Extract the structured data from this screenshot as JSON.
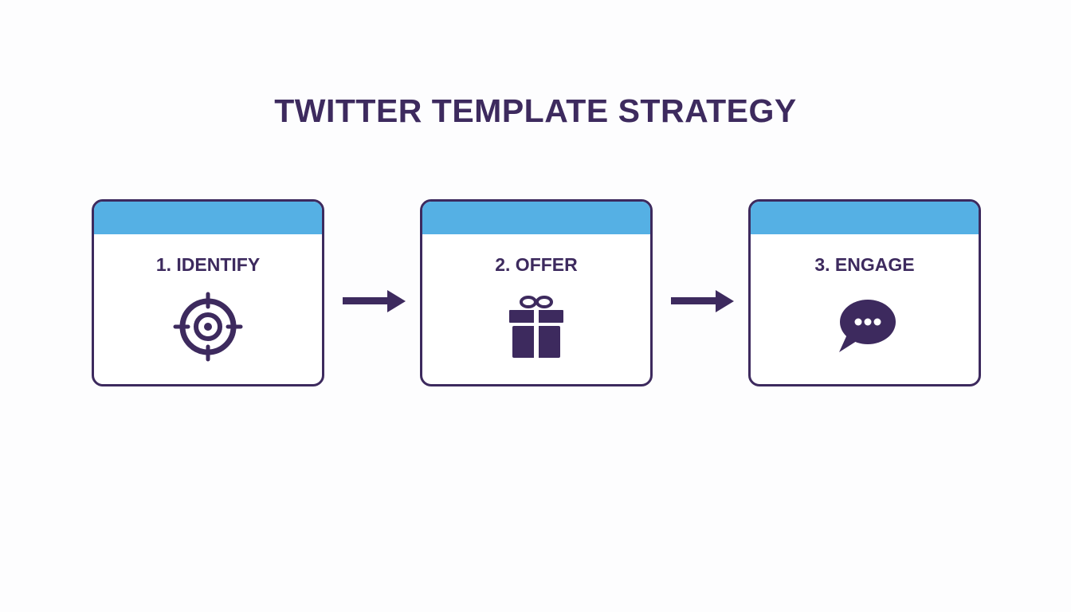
{
  "title": "TWITTER TEMPLATE STRATEGY",
  "steps": [
    {
      "label": "1. IDENTIFY",
      "icon": "target-icon"
    },
    {
      "label": "2. OFFER",
      "icon": "gift-icon"
    },
    {
      "label": "3. ENGAGE",
      "icon": "speech-bubble-icon"
    }
  ],
  "colors": {
    "primary": "#3d2a5e",
    "accent": "#55b0e4"
  }
}
